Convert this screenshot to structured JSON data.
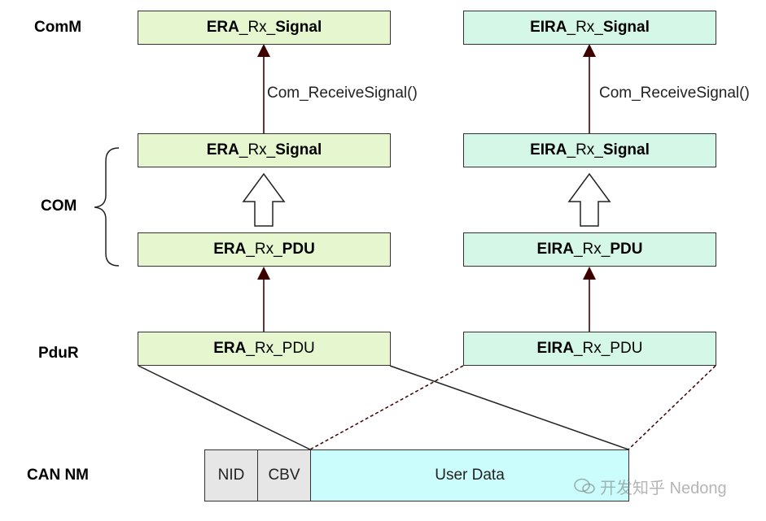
{
  "layers": {
    "comm": "ComM",
    "com": "COM",
    "pdur": "PduR",
    "cannm": "CAN NM"
  },
  "era": {
    "comm_box": {
      "a": "ERA",
      "b": "_Rx_",
      "c": "Signal"
    },
    "com_signal_box": {
      "a": "ERA",
      "b": "_Rx_",
      "c": "Signal"
    },
    "com_pdu_box": {
      "a": "ERA",
      "b": "_Rx_",
      "c": "PDU"
    },
    "pdur_box": {
      "a": "ERA",
      "b": "_Rx_PDU"
    },
    "call": "Com_ReceiveSignal()"
  },
  "eira": {
    "comm_box": {
      "a": "EIRA",
      "b": "_Rx_",
      "c": "Signal"
    },
    "com_signal_box": {
      "a": "EIRA",
      "b": "_Rx_",
      "c": "Signal"
    },
    "com_pdu_box": {
      "a": "EIRA",
      "b": "_Rx_",
      "c": "PDU"
    },
    "pdur_box": {
      "a": "EIRA",
      "b": "_Rx_PDU"
    },
    "call": "Com_ReceiveSignal()"
  },
  "frame": {
    "nid": "NID",
    "cbv": "CBV",
    "user_data": "User Data"
  },
  "watermark": "开发知乎 Nedong",
  "colors": {
    "era_fill": "#e6f7cf",
    "eira_fill": "#d5f7e8",
    "gray_fill": "#e6e6e6",
    "cyan_fill": "#ccfdfd",
    "arrow": "#3d0000"
  }
}
